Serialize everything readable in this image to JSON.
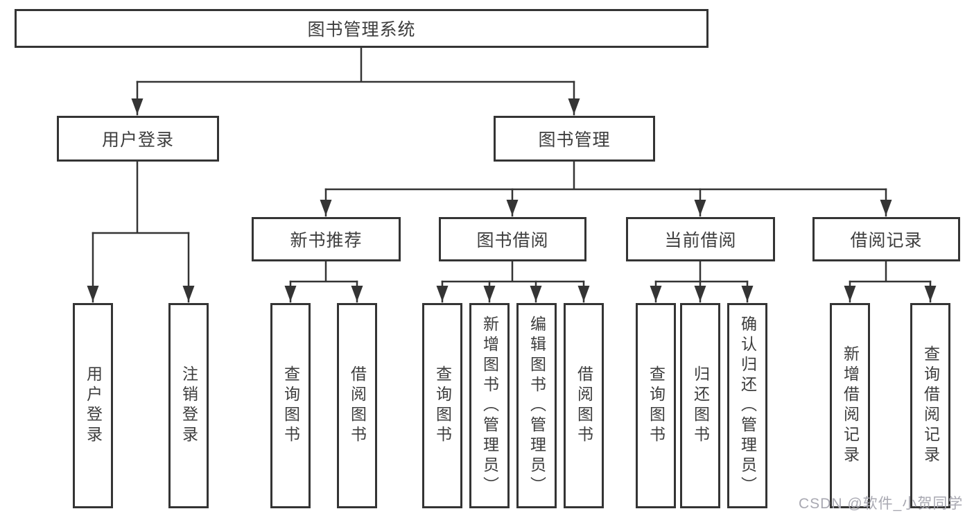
{
  "diagram": {
    "type": "org-tree",
    "root": "图书管理系统",
    "branches": [
      {
        "label": "用户登录",
        "children": [
          "用户登录",
          "注销登录"
        ]
      },
      {
        "label": "图书管理",
        "children": [
          {
            "label": "新书推荐",
            "children": [
              "查询图书",
              "借阅图书"
            ]
          },
          {
            "label": "图书借阅",
            "children": [
              "查询图书",
              "新增图书（管理员）",
              "编辑图书（管理员）",
              "借阅图书"
            ]
          },
          {
            "label": "当前借阅",
            "children": [
              "查询图书",
              "归还图书",
              "确认归还（管理员）"
            ]
          },
          {
            "label": "借阅记录",
            "children": [
              "新增借阅记录",
              "查询借阅记录"
            ]
          }
        ]
      }
    ],
    "colors": {
      "line": "#343434",
      "text": "#3d3d3d",
      "background": "#ffffff",
      "watermark": "#a9a9b2"
    }
  },
  "watermark": {
    "text": "CSDN @软件_小贺同学"
  }
}
